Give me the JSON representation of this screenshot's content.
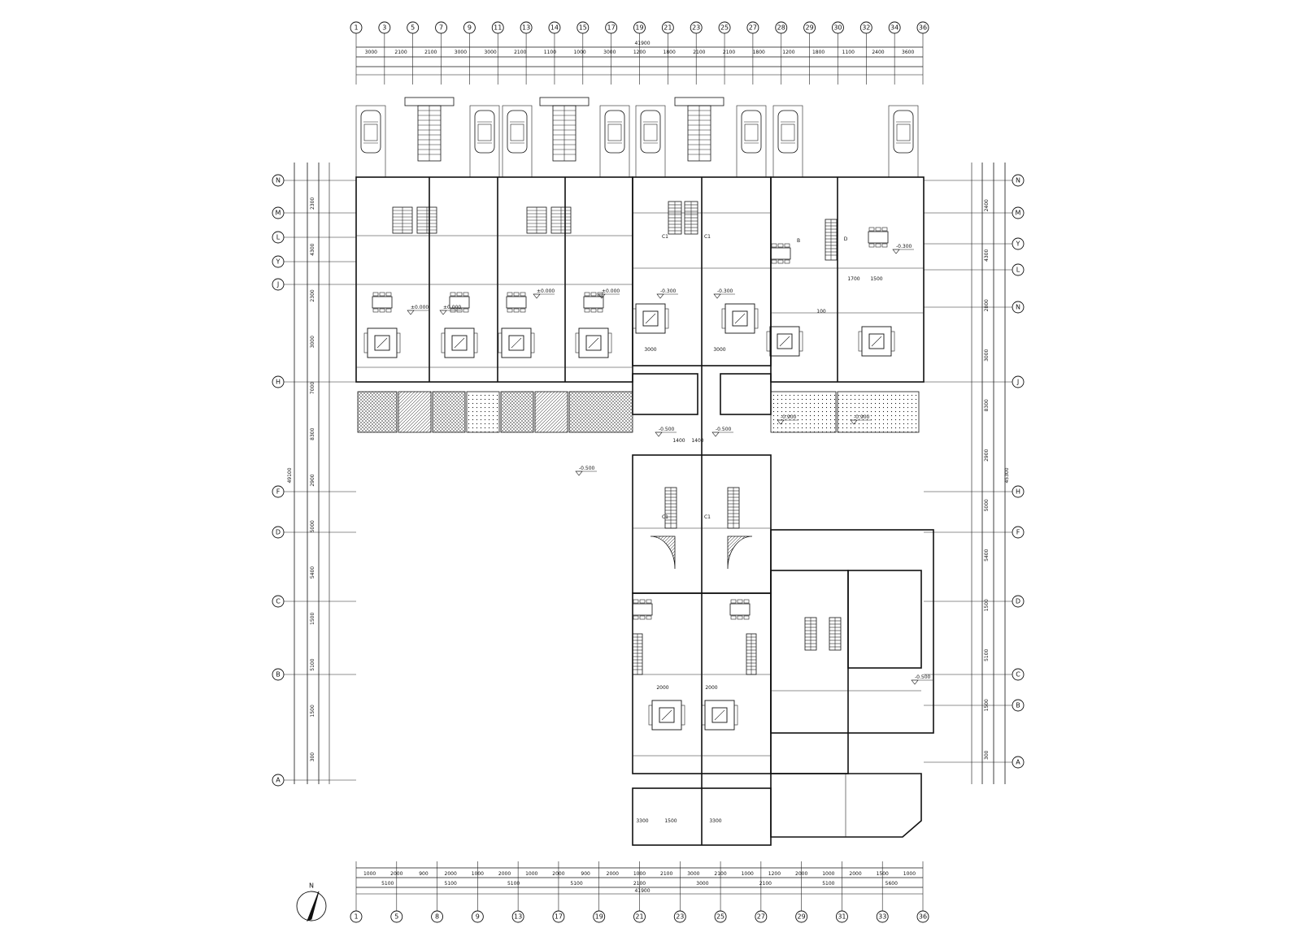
{
  "drawing": {
    "top_axes": [
      "1",
      "3",
      "5",
      "7",
      "9",
      "11",
      "13",
      "14",
      "15",
      "17",
      "19",
      "21",
      "23",
      "25",
      "27",
      "28",
      "29",
      "30",
      "32",
      "34",
      "36"
    ],
    "bottom_axes": [
      "1",
      "5",
      "8",
      "9",
      "13",
      "17",
      "19",
      "21",
      "23",
      "25",
      "27",
      "29",
      "31",
      "33",
      "36"
    ],
    "left_axes": [
      "N",
      "M",
      "L",
      "Y",
      "J",
      "H",
      "F",
      "D",
      "C",
      "B",
      "A"
    ],
    "right_axes": [
      "N",
      "M",
      "Y",
      "L",
      "N",
      "J",
      "H",
      "F",
      "D",
      "C",
      "B",
      "A"
    ],
    "top_total": "41900",
    "bottom_total": "41900",
    "left_total": "49100",
    "right_total": "45300",
    "top_dims_row1": [
      "3000",
      "2100",
      "2100",
      "3000",
      "3000",
      "2100",
      "1100",
      "1000",
      "3000",
      "1200",
      "1800",
      "2100",
      "2100",
      "1800",
      "1200",
      "1800",
      "1100",
      "2400",
      "3600"
    ],
    "bottom_dims_row1": [
      "1000",
      "2000",
      "900",
      "2000",
      "1000",
      "2000",
      "1000",
      "2000",
      "900",
      "2000",
      "1000",
      "2100",
      "3000",
      "2100",
      "1000",
      "1200",
      "2000",
      "1000",
      "2000",
      "1500",
      "1000"
    ],
    "bottom_dims_row2": [
      "5100",
      "5100",
      "5100",
      "5100",
      "2100",
      "3000",
      "2100",
      "5100",
      "5600"
    ],
    "left_dims": [
      "2300",
      "4300",
      "2300",
      "3000",
      "7000",
      "8300",
      "2900",
      "5000",
      "5400",
      "1500",
      "5100",
      "1500",
      "300"
    ],
    "right_dims": [
      "2400",
      "4300",
      "2800",
      "3000",
      "8300",
      "2900",
      "5000",
      "5400",
      "1500",
      "5100",
      "1500",
      "300"
    ],
    "levels": [
      "±0.000",
      "±0.000",
      "±0.000",
      "±0.000",
      "-0.300",
      "-0.300",
      "-0.900",
      "-0.900",
      "-0.300",
      "-0.500",
      "-0.500",
      "-0.500",
      "-0.500"
    ],
    "labels": [
      "C1",
      "C1",
      "C1",
      "C1",
      "B",
      "D",
      "1700",
      "1500",
      "100",
      "1400",
      "1400",
      "3000",
      "3000",
      "3300",
      "1500",
      "3300",
      "2000",
      "2000"
    ],
    "north_label": "N"
  },
  "colors": {
    "line": "#111111",
    "paper": "#ffffff"
  }
}
